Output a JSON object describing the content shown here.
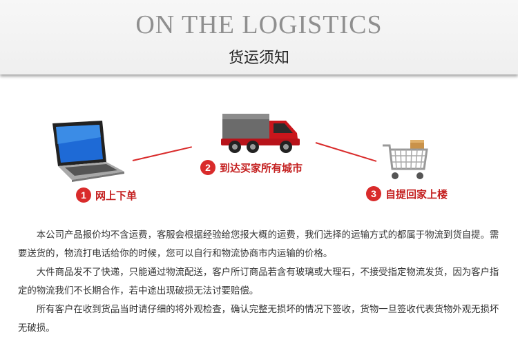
{
  "header": {
    "title": "ON THE LOGISTICS",
    "subtitle": "货运须知"
  },
  "steps": [
    {
      "number": "1",
      "label": "网上下单",
      "icon": "laptop-icon"
    },
    {
      "number": "2",
      "label": "到达买家所有城市",
      "icon": "truck-icon"
    },
    {
      "number": "3",
      "label": "自提回家上楼",
      "icon": "shopping-cart-icon"
    }
  ],
  "paragraphs": [
    "本公司产品报价均不含运费，客服会根据经验给您报大概的运费，我们选择的运输方式的都属于物流到货自提。需要送货的，物流打电话给你的时候，您可以自行和物流协商市内运输的价格。",
    "大件商品发不了快递，只能通过物流配送，客户所订商品若含有玻璃或大理石，不接受指定物流发货，因为客户指定的物流我们不长期合作，若中途出现破损无法讨要赔偿。",
    "所有客户在收到货品当时请仔细的将外观检查，确认完整无损坏的情况下签收，货物一旦签收代表货物外观无损坏无破损。"
  ],
  "colors": {
    "accent": "#d92b2b",
    "title_gray": "#8f8f8f"
  }
}
